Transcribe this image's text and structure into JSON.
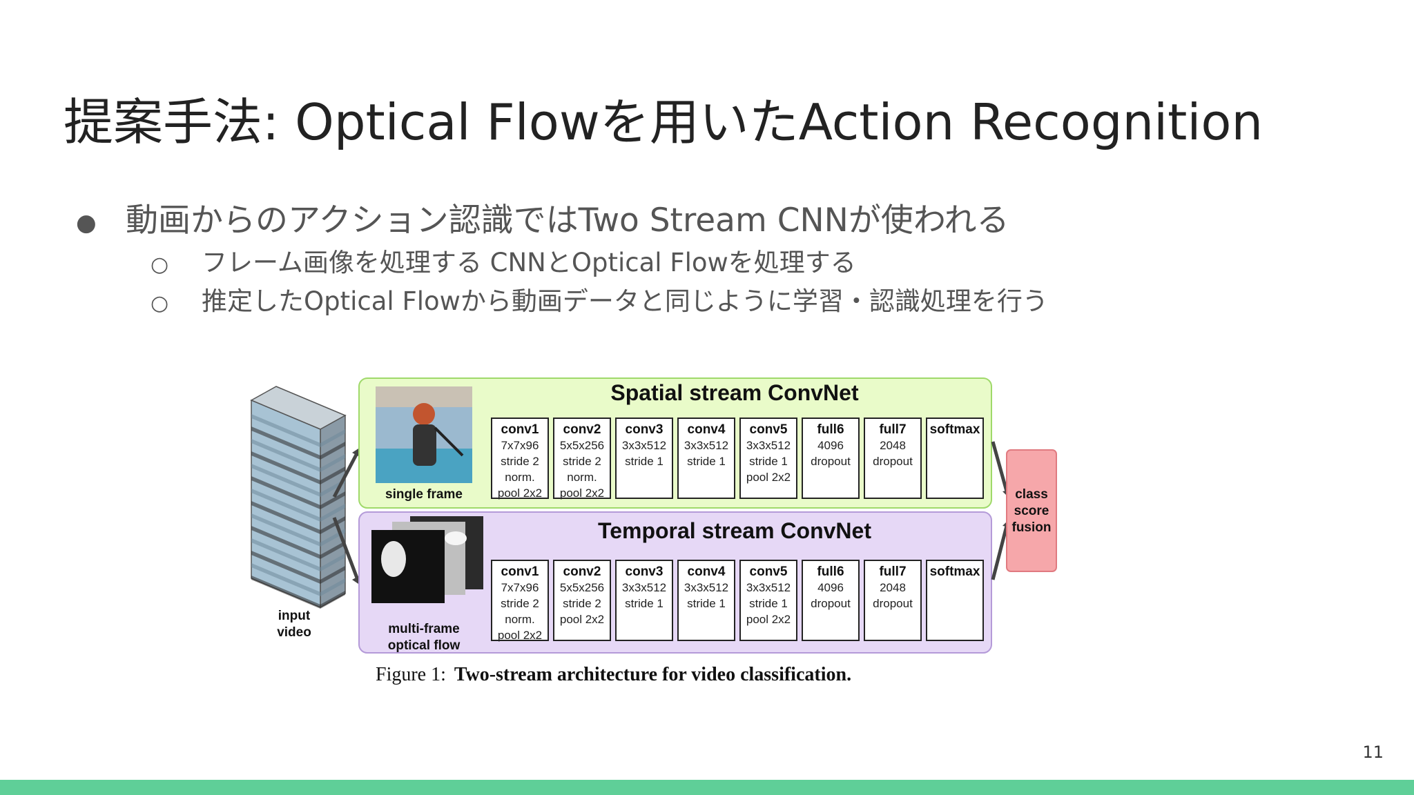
{
  "slide": {
    "title": "提案手法: Optical Flowを用いたAction Recognition",
    "bullet_main": "動画からのアクション認識ではTwo Stream CNNが使われる",
    "bullet_sub": [
      "フレーム画像を処理する CNNとOptical Flowを処理する",
      "推定したOptical Flowから動画データと同じように学習・認識処理を行う"
    ],
    "slide_number": "11",
    "bullet_glyph": "●",
    "sub_bullet_glyph": "○",
    "accent_bar_color": "#5fcf98"
  },
  "diagram": {
    "input_label": [
      "input",
      "video"
    ],
    "spatial": {
      "title": "Spatial stream ConvNet",
      "frame_label": "single frame",
      "fill": "#e9fbc9",
      "stroke": "#9fd96a",
      "layers": [
        {
          "name": "conv1",
          "lines": [
            "7x7x96",
            "stride 2",
            "norm.",
            "pool 2x2"
          ]
        },
        {
          "name": "conv2",
          "lines": [
            "5x5x256",
            "stride 2",
            "norm.",
            "pool 2x2"
          ]
        },
        {
          "name": "conv3",
          "lines": [
            "3x3x512",
            "stride 1"
          ]
        },
        {
          "name": "conv4",
          "lines": [
            "3x3x512",
            "stride 1"
          ]
        },
        {
          "name": "conv5",
          "lines": [
            "3x3x512",
            "stride 1",
            "pool 2x2"
          ]
        },
        {
          "name": "full6",
          "lines": [
            "4096",
            "dropout"
          ]
        },
        {
          "name": "full7",
          "lines": [
            "2048",
            "dropout"
          ]
        },
        {
          "name": "softmax",
          "lines": []
        }
      ]
    },
    "temporal": {
      "title": "Temporal stream ConvNet",
      "frame_label": [
        "multi-frame",
        "optical flow"
      ],
      "fill": "#e6d8f6",
      "stroke": "#b49ad8",
      "layers": [
        {
          "name": "conv1",
          "lines": [
            "7x7x96",
            "stride 2",
            "norm.",
            "pool 2x2"
          ]
        },
        {
          "name": "conv2",
          "lines": [
            "5x5x256",
            "stride 2",
            "pool 2x2"
          ]
        },
        {
          "name": "conv3",
          "lines": [
            "3x3x512",
            "stride 1"
          ]
        },
        {
          "name": "conv4",
          "lines": [
            "3x3x512",
            "stride 1"
          ]
        },
        {
          "name": "conv5",
          "lines": [
            "3x3x512",
            "stride 1",
            "pool 2x2"
          ]
        },
        {
          "name": "full6",
          "lines": [
            "4096",
            "dropout"
          ]
        },
        {
          "name": "full7",
          "lines": [
            "2048",
            "dropout"
          ]
        },
        {
          "name": "softmax",
          "lines": []
        }
      ]
    },
    "fusion": {
      "lines": [
        "class",
        "score",
        "fusion"
      ],
      "fill": "#f6a7aa",
      "stroke": "#e07a80"
    },
    "caption_prefix": "Figure 1:",
    "caption_text": "Two-stream architecture for video classification."
  }
}
